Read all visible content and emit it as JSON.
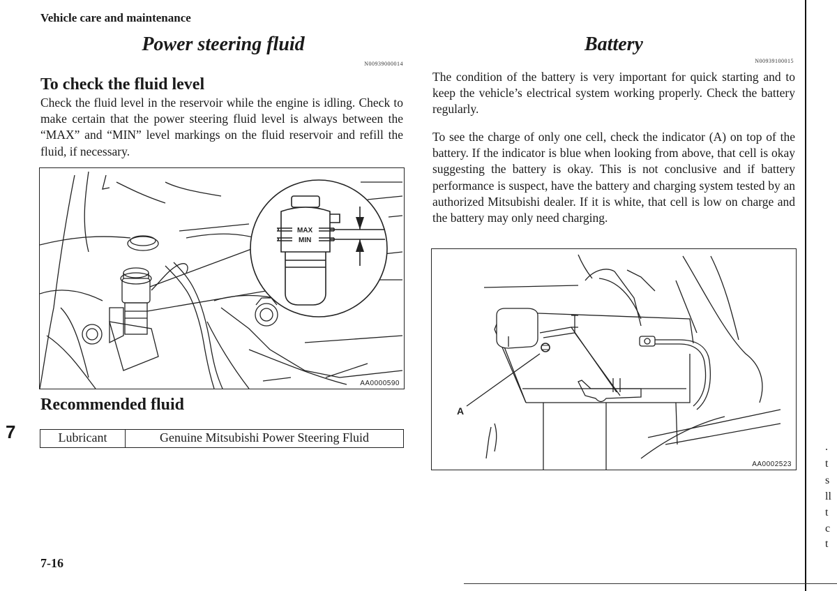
{
  "header": {
    "section": "Vehicle care and maintenance"
  },
  "left": {
    "title": "Power steering fluid",
    "code": "N00939000014",
    "check_heading": "To check the fluid level",
    "check_text": "Check the fluid level in the reservoir while the engine is idling. Check to make certain that the power steering fluid level is always between the “MAX” and “MIN” level markings on the fluid reservoir and refill the fluid, if necessary.",
    "figure": {
      "max_label": "MAX",
      "min_label": "MIN",
      "code": "AA0000590"
    },
    "recommended_heading": "Recommended fluid",
    "table": {
      "label": "Lubricant",
      "value": "Genuine Mitsubishi Power Steering Fluid"
    }
  },
  "right": {
    "title": "Battery",
    "code": "N00939100015",
    "para1": "The condition of the battery is very important for quick starting and to keep the vehicle’s electrical system working properly. Check the battery regularly.",
    "para2": "To see the charge of only one cell, check the indicator (A) on top of the battery. If the indicator is blue when looking from above, that cell is okay suggesting the battery is okay. This is not conclusive and if battery performance is suspect, have the battery and charging system tested by an authorized Mitsubishi dealer. If it is white, that cell is low on charge and the battery may only need charging.",
    "figure": {
      "indicator_label": "A",
      "code": "AA0002523"
    }
  },
  "chapter_tab": "7",
  "page_number": "7-16",
  "edge_fragments": [
    ".",
    "t",
    "s",
    "ll",
    "t",
    "c",
    "t"
  ]
}
